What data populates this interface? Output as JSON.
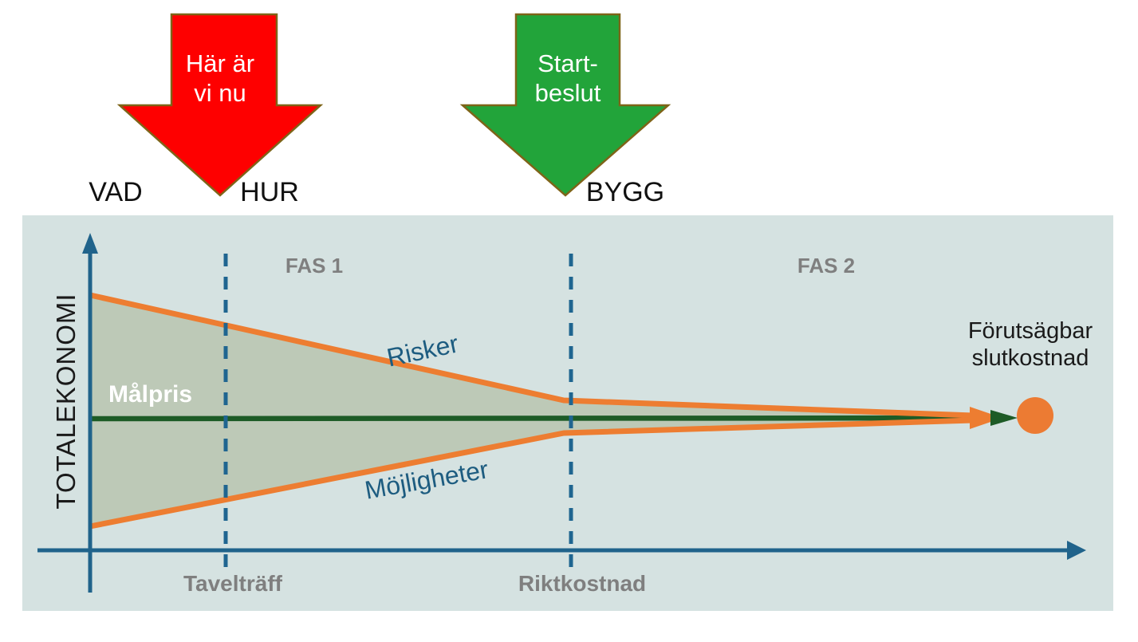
{
  "top": {
    "red_arrow": {
      "label_line1": "Här är",
      "label_line2": "vi nu",
      "fill": "#fe0000",
      "border": "#7e6418"
    },
    "green_arrow": {
      "label_line1": "Start-",
      "label_line2": "beslut",
      "fill": "#22a43a",
      "border": "#7e6418"
    },
    "phase_words": {
      "vad": "VAD",
      "hur": "HUR",
      "bygg": "BYGG"
    }
  },
  "chart": {
    "y_axis_label": "TOTALEKONOMI",
    "phase1_label": "FAS 1",
    "phase2_label": "FAS 2",
    "target_price_label": "Målpris",
    "risks_label": "Risker",
    "opportunities_label": "Möjligheter",
    "milestone1_label": "Tavelträff",
    "milestone2_label": "Riktkostnad",
    "end_label_line1": "Förutsägbar",
    "end_label_line2": "slutkostnad"
  },
  "colors": {
    "panel_background": "#d5e2e1",
    "funnel_fill": "#bdc9b7",
    "funnel_stroke_orange": "#ed7d31",
    "target_price_line_green": "#1d5b26",
    "axis_blue": "#20638b",
    "dashed_line_blue": "#1f6590",
    "phase_label_gray": "#7f7f7f",
    "annotation_blue": "#1d5c80",
    "end_point_orange": "#ec7b33"
  }
}
